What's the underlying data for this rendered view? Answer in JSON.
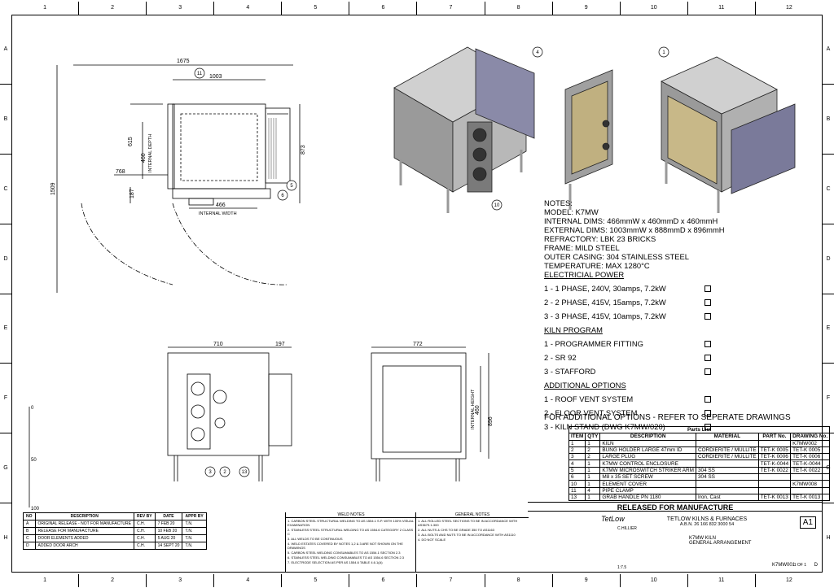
{
  "zones": {
    "cols": [
      "1",
      "2",
      "3",
      "4",
      "5",
      "6",
      "7",
      "8",
      "9",
      "10",
      "11",
      "12"
    ],
    "rows": [
      "A",
      "B",
      "C",
      "D",
      "E",
      "F",
      "G",
      "H"
    ]
  },
  "dims": {
    "overall_w": "1675",
    "ext_w": "1003",
    "int_depth": "460",
    "int_depth_label": "INTERNAL DEPTH",
    "d615": "615",
    "d873": "873",
    "d768": "768",
    "d1509": "1509",
    "d187": "187",
    "int_w": "466",
    "int_w_label": "INTERNAL WIDTH",
    "front_w": "710",
    "d197": "197",
    "side_w": "772",
    "int_h": "460",
    "int_h_label": "INTERNAL HEIGHT",
    "d896": "896",
    "scale0": "0",
    "scale50": "50",
    "scale100": "100"
  },
  "balloons": [
    "11",
    "5",
    "6",
    "4",
    "1",
    "10",
    "3",
    "2",
    "13"
  ],
  "notes": {
    "title": "NOTES:",
    "lines": [
      "MODEL: K7MW",
      "INTERNAL DIMS: 466mmW x 460mmD x 460mmH",
      "EXTERNAL DIMS: 1003mmW x 888mmD x 896mmH",
      "REFRACTORY: LBK 23 BRICKS",
      "FRAME: MILD STEEL",
      "OUTER CASING: 304 STAINLESS STEEL",
      "TEMPERATURE: MAX 1280°C"
    ],
    "power_h": "ELECTRICIAL POWER",
    "power": [
      "1 - 1 PHASE, 240V, 30amps, 7.2kW",
      "2 - 2 PHASE, 415V, 15amps, 7.2kW",
      "3 - 3 PHASE, 415V, 10amps, 7.2kW"
    ],
    "kiln_h": "KILN PROGRAM",
    "kiln": [
      "1 - PROGRAMMER FITTING",
      "2 - SR 92",
      "3 - STAFFORD"
    ],
    "addl_h": "ADDITIONAL OPTIONS",
    "addl": [
      "1 - ROOF VENT SYSTEM",
      "2 - FLOOR VENT SYSTEM",
      "3 - KILN STAND   (DWG K7MW/020)"
    ],
    "refer": "FOR ADDITIONAL OPTIONS - REFER TO SEPERATE DRAWINGS"
  },
  "parts": {
    "title": "Parts List",
    "headers": [
      "ITEM",
      "QTY",
      "DESCRIPTION",
      "MATERIAL",
      "PART No.",
      "DRAWING No."
    ],
    "rows": [
      [
        "1",
        "1",
        "KILN",
        "",
        "",
        "K7MW002"
      ],
      [
        "2",
        "2",
        "BUNG HOLDER LARGE 47mm ID",
        "CORDIERITE / MULLITE",
        "TET-K 0005",
        "TET-K 0005"
      ],
      [
        "3",
        "2",
        "LARGE PLUG",
        "CORDIERITE / MULLITE",
        "TET-K 0006",
        "TET-K 0006"
      ],
      [
        "4",
        "1",
        "K7MW CONTROL ENCLOSURE",
        "",
        "TET-K-0044",
        "TET-K-0044"
      ],
      [
        "5",
        "1",
        "K7MW MICROSWITCH STRIKER ARM",
        "304 SS",
        "TET-K 0022",
        "TET-K 0022"
      ],
      [
        "6",
        "1",
        "M8 x 35 SET SCREW",
        "304 SS",
        "",
        ""
      ],
      [
        "10",
        "1",
        "ELEMENT COVER",
        "",
        "",
        "K7MW008"
      ],
      [
        "11",
        "4",
        "PIPE CLAMP",
        "",
        "",
        ""
      ],
      [
        "13",
        "1",
        "GRAB HANDLE PN 1180",
        "Iron, Cast",
        "TET-K 0013",
        "TET-K 0013"
      ]
    ]
  },
  "release": "RELEASED FOR MANUFACTURE",
  "revisions": {
    "headers": [
      "NO",
      "DESCRIPTION",
      "REV BY",
      "DATE",
      "APPR BY"
    ],
    "rows": [
      [
        "A",
        "ORIGINAL RELEASE - NOT FOR MANUFACTURE",
        "C.H.",
        "7 FEB 20",
        "T.N."
      ],
      [
        "B",
        "RELEASE FOR MANUFACTURE",
        "C.H.",
        "10 FEB 20",
        "T.N."
      ],
      [
        "C",
        "DOOR ELEMENTS ADDED",
        "C.H.",
        "5 AUG 20",
        "T.N."
      ],
      [
        "D",
        "ADDED DOOR ARCH",
        "C.H.",
        "14 SEPT 20",
        "T.N."
      ]
    ]
  },
  "weld_title": "WELD NOTES",
  "weld_notes": [
    "1. CARBON STEEL STRUCTURAL WELDING TO AS 1554.1 S.P. WITH 100% VISUAL EXAMINATION",
    "2. STAINLESS STEEL STRUCTURAL WELDING TO AS 1554.6 CATEGORY 2 CLASS C",
    "3. ALL WELDS TO BE CONTINUOUS",
    "4. WELD ESTATES COVERED BY NOTES 1,2 & 3 ARE NOT SHOWN ON THE DRAWINGS",
    "5. CARBON STEEL WELDING CONSUMABLES TO AS 1554.1 SECTION 2.3",
    "6. STAINLESS STEEL WELDING CONSUMABLES TO AS 1554.6 SECTION 2.3",
    "7. ELECTRODE SELECTION AS PER AS 1554.6 TABLE 4.6.1(A)"
  ],
  "gen_title": "GENERAL NOTES",
  "gen_notes": [
    "1. ALL ROLLED STEEL SECTIONS TO BE IN ACCORDANCE WITH AS3679.1-300",
    "2. ALL NUTS & CHS TO BE GRADE 350 TO AS1163",
    "3. ALL BOLTS AND NUTS TO BE IN ACCORDANCE WITH AS1110",
    "4. DO NOT SCALE"
  ],
  "title_block": {
    "company": "TETLOW KILNS & FURNACES",
    "abn": "A.B.N. 26 166 832 3000 54",
    "title1": "K7MW KILN",
    "title2": "GENERAL ARRANGEMENT",
    "sheet": "A1",
    "dwg_no": "K7MW001",
    "rev": "D",
    "sheet_of": "1 OF 1",
    "logo": "TetLow",
    "drawn": "C.HILLIER",
    "scale": "1:7.5"
  }
}
